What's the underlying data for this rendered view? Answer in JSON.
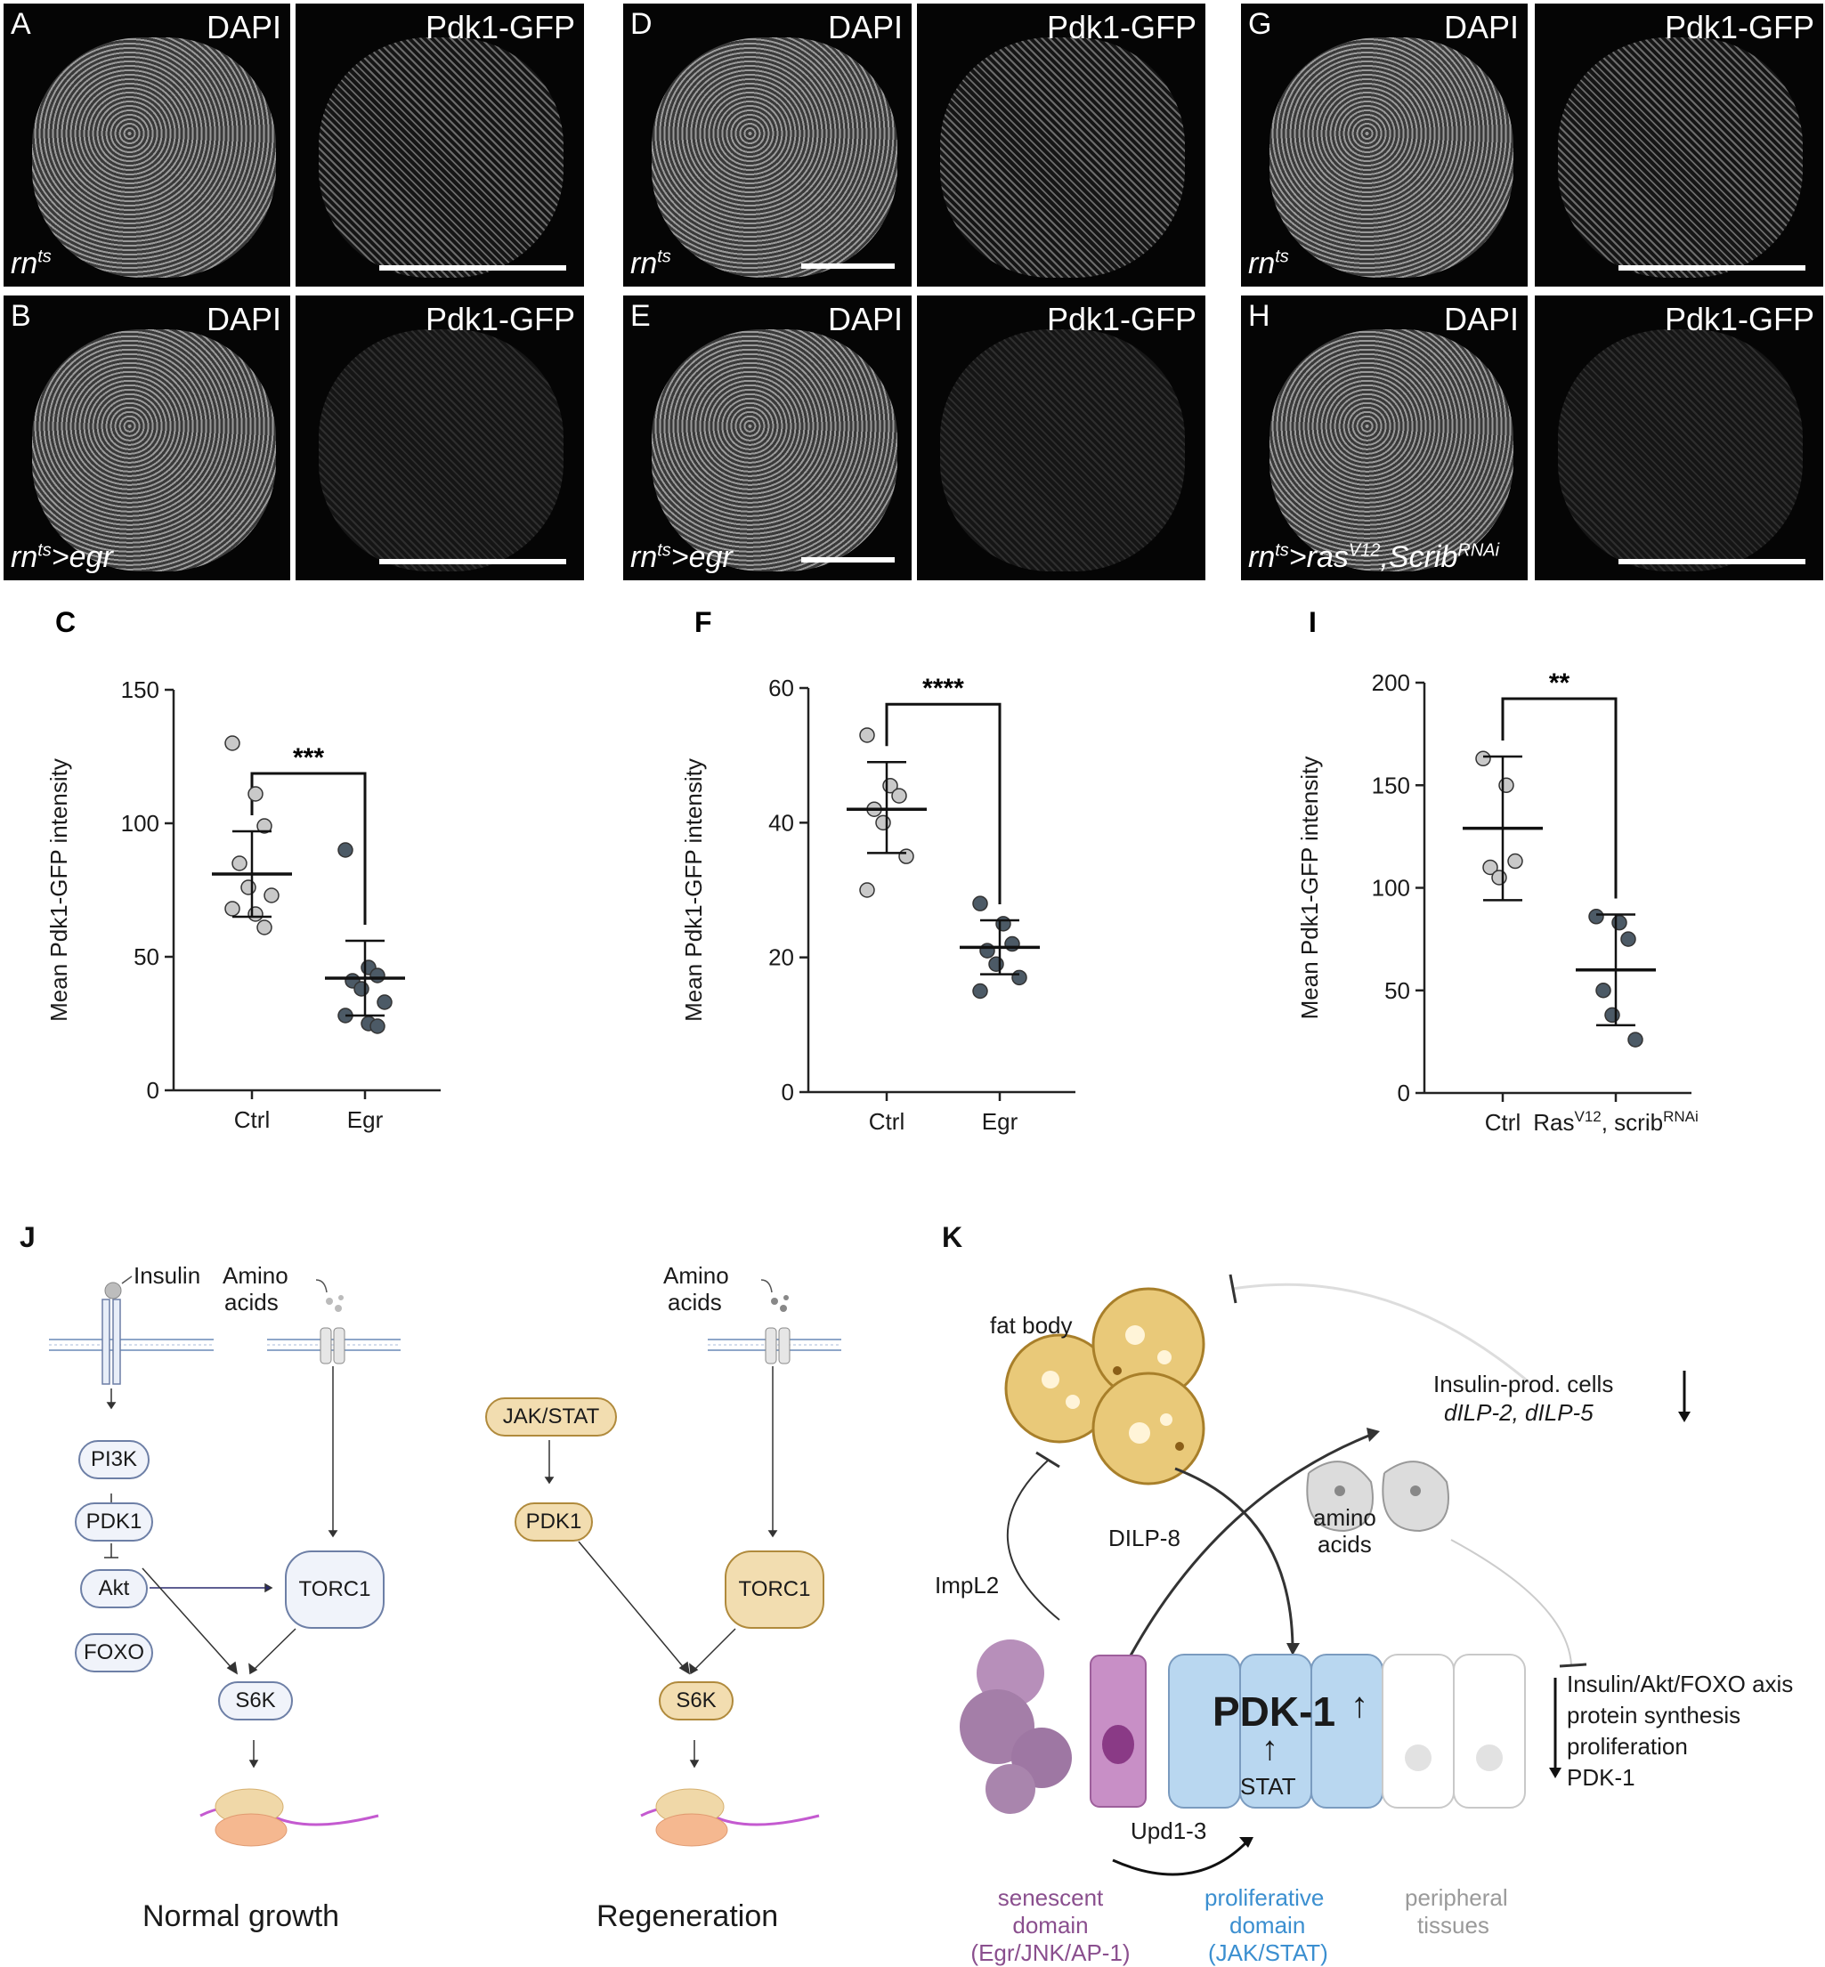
{
  "microscopy": {
    "channels": {
      "dapi": "DAPI",
      "gfp": "Pdk1-GFP"
    },
    "panels": [
      {
        "letter": "A",
        "genotype": "rn",
        "sup": "ts",
        "suffix": ""
      },
      {
        "letter": "B",
        "genotype": "rn",
        "sup": "ts",
        "suffix": ">egr"
      },
      {
        "letter": "D",
        "genotype": "rn",
        "sup": "ts",
        "suffix": ""
      },
      {
        "letter": "E",
        "genotype": "rn",
        "sup": "ts",
        "suffix": ">egr"
      },
      {
        "letter": "G",
        "genotype": "rn",
        "sup": "ts",
        "suffix": ""
      },
      {
        "letter": "H",
        "genotype": "rn",
        "sup": "ts",
        "suffix": ">ras",
        "sup2": "V12",
        "suffix2": ",Scrib",
        "sup3": "RNAi"
      }
    ]
  },
  "chart_data": [
    {
      "letter": "C",
      "type": "scatter",
      "ylabel": "Mean Pdk1-GFP intensity",
      "ylim": [
        0,
        150
      ],
      "yticks": [
        "0",
        "50",
        "100",
        "150"
      ],
      "categories": [
        "Ctrl",
        "Egr"
      ],
      "significance": "***",
      "series": [
        {
          "values": [
            130,
            111,
            99,
            85,
            76,
            73,
            68,
            66,
            61
          ],
          "mean": 81,
          "err_hi": 97,
          "err_lo": 65,
          "color": "#c9c9c9"
        },
        {
          "values": [
            90,
            46,
            43,
            41,
            38,
            33,
            28,
            25,
            24
          ],
          "mean": 42,
          "err_hi": 56,
          "err_lo": 28,
          "color": "#4c5a66"
        }
      ]
    },
    {
      "letter": "F",
      "type": "scatter",
      "ylabel": "Mean Pdk1-GFP intensity",
      "ylim": [
        0,
        60
      ],
      "yticks": [
        "0",
        "20",
        "40",
        "60"
      ],
      "categories": [
        "Ctrl",
        "Egr"
      ],
      "significance": "****",
      "series": [
        {
          "values": [
            53,
            45.5,
            44,
            42,
            40,
            35,
            30
          ],
          "mean": 42,
          "err_hi": 49,
          "err_lo": 35.5,
          "color": "#c9c9c9"
        },
        {
          "values": [
            28,
            25,
            22,
            21,
            19,
            17,
            15
          ],
          "mean": 21.5,
          "err_hi": 25.5,
          "err_lo": 17.5,
          "color": "#4c5a66"
        }
      ]
    },
    {
      "letter": "I",
      "type": "scatter",
      "ylabel": "Mean Pdk1-GFP intensity",
      "ylim": [
        0,
        200
      ],
      "yticks": [
        "0",
        "50",
        "100",
        "150",
        "200"
      ],
      "categories": [
        "Ctrl",
        "Ras"
      ],
      "category_sup": [
        "",
        "V12"
      ],
      "category_suffix": [
        "",
        ", scrib"
      ],
      "category_sup2": [
        "",
        "RNAi"
      ],
      "significance": "**",
      "series": [
        {
          "values": [
            163,
            150,
            113,
            110,
            105
          ],
          "mean": 129,
          "err_hi": 164,
          "err_lo": 94,
          "color": "#c9c9c9"
        },
        {
          "values": [
            86,
            83,
            75,
            50,
            38,
            26
          ],
          "mean": 60,
          "err_hi": 87,
          "err_lo": 33,
          "color": "#4c5a66"
        }
      ]
    }
  ],
  "panel_j": {
    "letter": "J",
    "insulin": "Insulin",
    "amino_1": "Amino",
    "amino_2": "acids",
    "pi3k": "PI3K",
    "pdk1": "PDK1",
    "akt": "Akt",
    "foxo": "FOXO",
    "torc1": "TORC1",
    "s6k": "S6K",
    "jakstat": "JAK/STAT",
    "normal": "Normal growth",
    "regeneration": "Regeneration"
  },
  "panel_k": {
    "letter": "K",
    "fat_body": "fat body",
    "ipc_1": "Insulin-prod. cells",
    "ipc_2": "dILP-2, dILP-5",
    "dilp8": "DILP-8",
    "amino_1": "amino",
    "amino_2": "acids",
    "impl2": "ImpL2",
    "pdk": "PDK-1",
    "stat": "STAT",
    "upd": "Upd1-3",
    "effects": [
      "Insulin/Akt/FOXO axis",
      "protein synthesis",
      "proliferation",
      "PDK-1"
    ],
    "senescent": [
      "senescent",
      "domain",
      "(Egr/JNK/AP-1)"
    ],
    "proliferative": [
      "proliferative",
      "domain",
      "(JAK/STAT)"
    ],
    "peripheral": [
      "peripheral",
      "tissues"
    ],
    "colors": {
      "senescent": "#8a4f8e",
      "proliferative": "#3b8fd0",
      "peripheral": "#9a9a9a"
    }
  }
}
